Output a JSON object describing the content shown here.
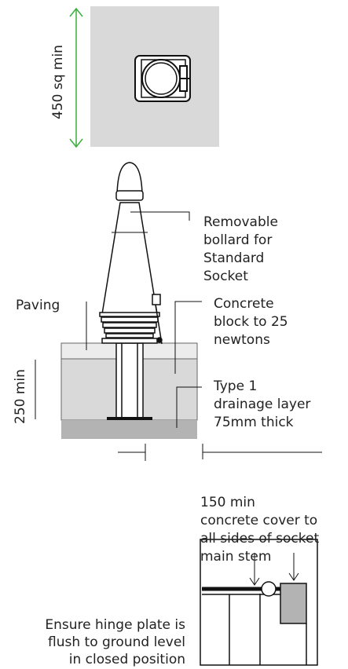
{
  "plan": {
    "dimension_label": "450 sq min"
  },
  "section": {
    "labels": {
      "bollard": [
        "Removable",
        "bollard for",
        "Standard",
        "Socket"
      ],
      "paving": "Paving",
      "concrete": [
        "Concrete",
        "block to 25",
        "newtons"
      ],
      "drainage": [
        "Type 1",
        "drainage layer",
        "75mm thick"
      ],
      "depth": "250 min",
      "cover": [
        "150 min",
        "concrete cover to",
        "all sides of socket",
        "main stem"
      ]
    }
  },
  "detail": {
    "note": [
      "Ensure hinge plate is",
      "flush to ground level",
      "in closed position"
    ]
  },
  "colors": {
    "concrete": "#d9d9d9",
    "drainage": "#b3b3b3",
    "dimension_arrow": "#3cae3c",
    "line": "#111111"
  }
}
